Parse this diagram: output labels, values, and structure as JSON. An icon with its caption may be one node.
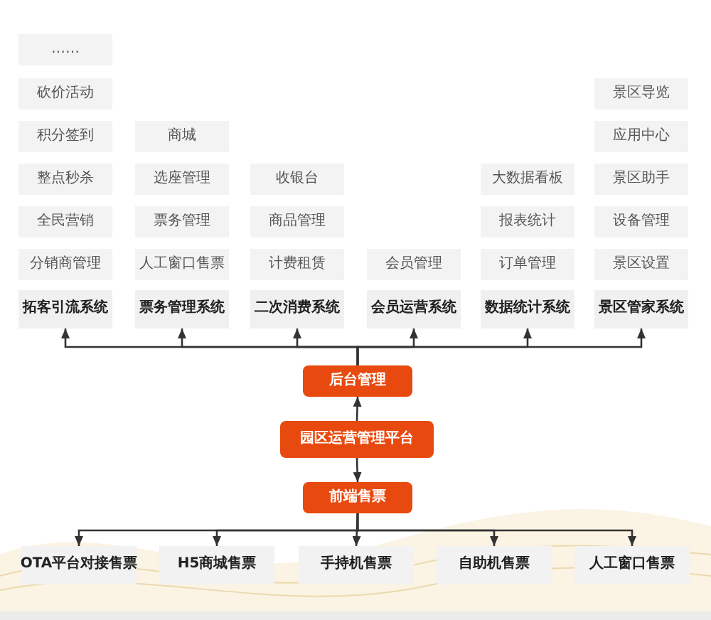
{
  "diagram": {
    "nodes": [
      {
        "text": [
          "……"
        ]
      },
      {
        "text": [
          "砍价活动"
        ]
      },
      {
        "text": [
          "景区导览"
        ]
      },
      {
        "text": [
          "积分签到"
        ]
      },
      {
        "text": [
          "商城"
        ]
      },
      {
        "text": [
          "应用中心"
        ]
      },
      {
        "text": [
          "整点秒杀"
        ]
      },
      {
        "text": [
          "选座管理"
        ]
      },
      {
        "text": [
          "收银台"
        ]
      },
      {
        "text": [
          "大数据看板"
        ]
      },
      {
        "text": [
          "景区助手"
        ]
      },
      {
        "text": [
          "全民营销"
        ]
      },
      {
        "text": [
          "票务管理"
        ]
      },
      {
        "text": [
          "商品管理"
        ]
      },
      {
        "text": [
          "报表统计"
        ]
      },
      {
        "text": [
          "设备管理"
        ]
      },
      {
        "text": [
          "分销商管理"
        ]
      },
      {
        "text": [
          "人工窗口售票"
        ]
      },
      {
        "text": [
          "计费租赁"
        ]
      },
      {
        "text": [
          "会员管理"
        ]
      },
      {
        "text": [
          "订单管理"
        ]
      },
      {
        "text": [
          "景区设置"
        ]
      },
      {
        "text": [
          "拓客引流系统"
        ]
      },
      {
        "text": [
          "票务管理系统"
        ]
      },
      {
        "text": [
          "二次消费系统"
        ]
      },
      {
        "text": [
          "会员运营系统"
        ]
      },
      {
        "text": [
          "数据统计系统"
        ]
      },
      {
        "text": [
          "景区管家系统"
        ]
      },
      {
        "text": [
          "后台管理"
        ]
      },
      {
        "text": [
          "园区运营管理平台"
        ]
      },
      {
        "text": [
          "前端售票"
        ]
      },
      {
        "text": [
          "OTA平台对接售票"
        ]
      },
      {
        "text": [
          "H5商城售票"
        ]
      },
      {
        "text": [
          "手持机售票"
        ]
      },
      {
        "text": [
          "自助机售票"
        ]
      },
      {
        "text": [
          "人工窗口售票"
        ]
      }
    ],
    "edges": [
      {
        "from": 29,
        "to": 28,
        "arrow": "to"
      },
      {
        "from": 29,
        "to": 30,
        "arrow": "to"
      },
      {
        "from": 28,
        "to": 22,
        "arrow": "to"
      },
      {
        "from": 28,
        "to": 23,
        "arrow": "to"
      },
      {
        "from": 28,
        "to": 24,
        "arrow": "to"
      },
      {
        "from": 28,
        "to": 25,
        "arrow": "to"
      },
      {
        "from": 28,
        "to": 26,
        "arrow": "to"
      },
      {
        "from": 28,
        "to": 27,
        "arrow": "to"
      },
      {
        "from": 30,
        "to": 31,
        "arrow": "to"
      },
      {
        "from": 30,
        "to": 32,
        "arrow": "to"
      },
      {
        "from": 30,
        "to": 33,
        "arrow": "to"
      },
      {
        "from": 30,
        "to": 34,
        "arrow": "to"
      },
      {
        "from": 30,
        "to": 35,
        "arrow": "to"
      }
    ]
  }
}
